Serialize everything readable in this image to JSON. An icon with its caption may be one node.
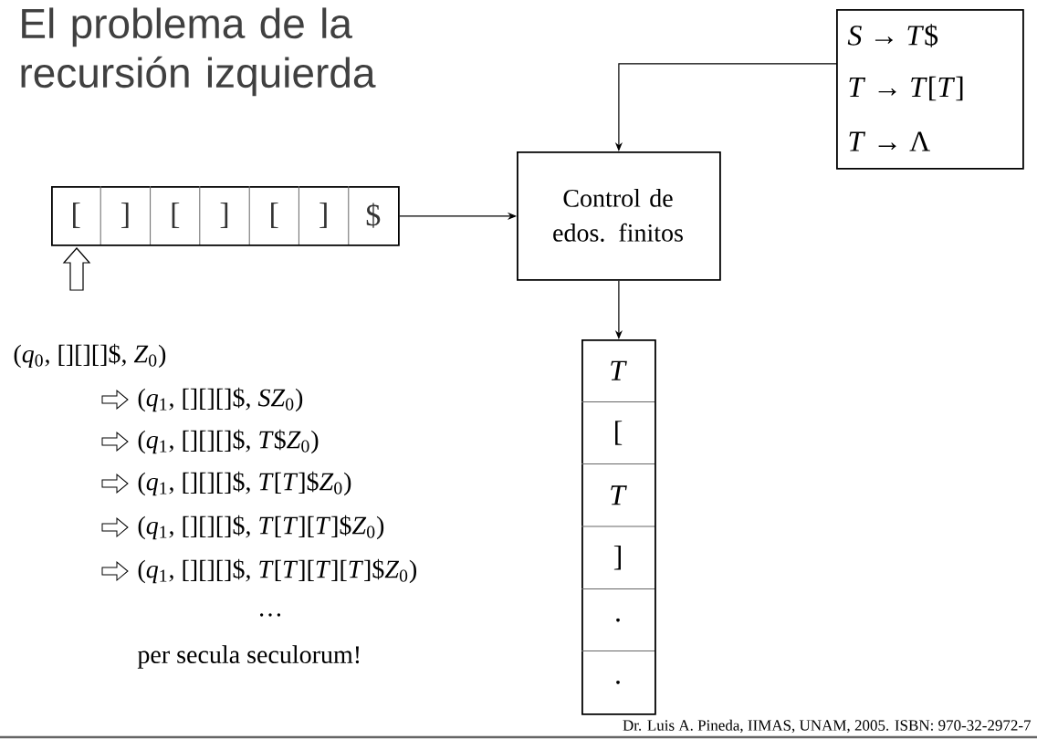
{
  "diagram": {
    "title": "El problema de la recursión izquierda",
    "nodes": [
      {
        "text": [
          "*S* → *T*$",
          "*T* → *T*[*T*]",
          "*T* → Λ"
        ]
      },
      {
        "text": [
          "[",
          "]",
          "[",
          "]",
          "[",
          "]",
          "$"
        ]
      },
      {
        "text": [
          "Control de edos. finitos"
        ]
      },
      {
        "text": [
          "*T*",
          "[",
          "*T*",
          "]",
          ".",
          "."
        ]
      }
    ],
    "edges": [
      {
        "from": 0,
        "to": 2,
        "arrow": "to"
      },
      {
        "from": 1,
        "to": 2,
        "arrow": "to"
      },
      {
        "from": 2,
        "to": 3,
        "arrow": "to"
      }
    ],
    "labels": [
      "(*q*$_{0}$, [][][]$, *Z*$_{0}$)",
      "(*q*$_{1}$, [][][]$, *SZ*$_{0}$)",
      "(*q*$_{1}$, [][][]$, *T*$*Z*$_{0}$)",
      "(*q*$_{1}$, [][][]$, *T*[*T*]$*Z*$_{0}$)",
      "(*q*$_{1}$, [][][]$, *T*[*T*][*T*]$*Z*$_{0}$)",
      "(*q*$_{1}$, [][][]$, *T*[*T*][*T*][*T*]$*Z*$_{0}$)",
      "…",
      "per secula seculorum!",
      "Dr. Luis A. Pineda, IIMAS, UNAM, 2005. ISBN: 970-32-2972-7"
    ]
  }
}
